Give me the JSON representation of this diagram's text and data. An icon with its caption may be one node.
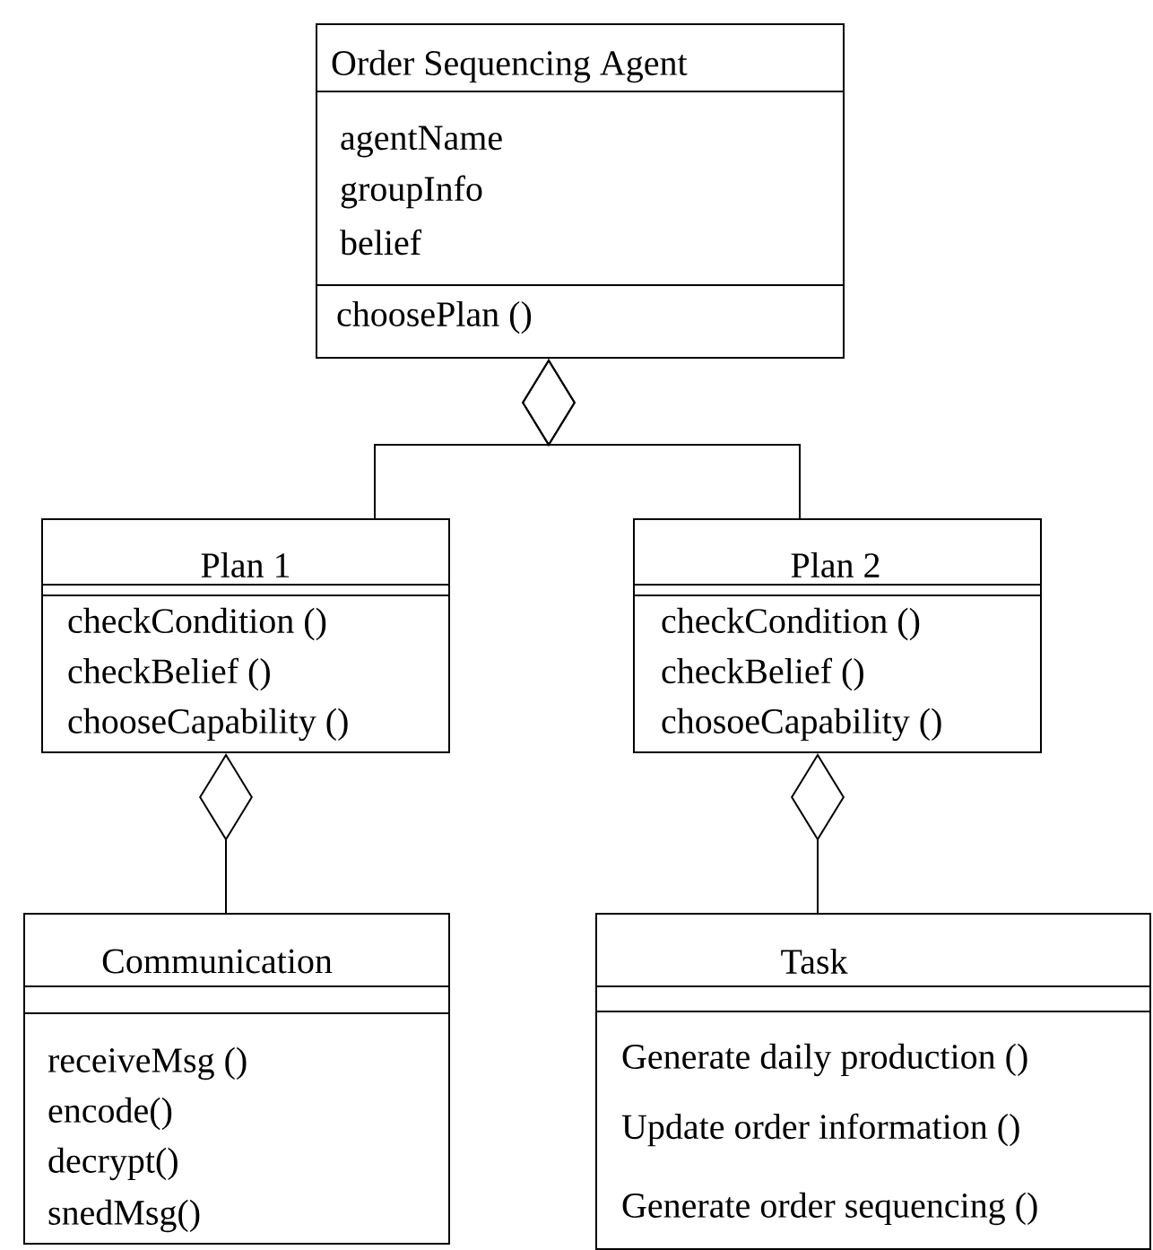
{
  "diagram": {
    "nodes": [
      {
        "text": [
          "Order Sequencing Agent",
          "agentName",
          "groupInfo",
          "belief",
          "choosePlan  ()"
        ]
      },
      {
        "text": [
          "Plan 1",
          "checkCondition ()",
          "checkBelief ()",
          "chooseCapability  ()"
        ]
      },
      {
        "text": [
          "Plan 2",
          "checkCondition ()",
          "checkBelief ()",
          "chosoeCapability  ()"
        ]
      },
      {
        "text": [
          "Communication",
          "receiveMsg ()",
          "encode()",
          "decrypt()",
          "snedMsg()"
        ]
      },
      {
        "text": [
          "Task",
          "Generate daily production ()",
          "Update order information ()",
          "Generate order sequencing ()"
        ]
      }
    ],
    "edges": [
      {
        "from": 0,
        "to": 1,
        "arrow": "other"
      },
      {
        "from": 0,
        "to": 2,
        "arrow": "other"
      },
      {
        "from": 1,
        "to": 3,
        "arrow": "other"
      },
      {
        "from": 2,
        "to": 4,
        "arrow": "other"
      }
    ]
  }
}
